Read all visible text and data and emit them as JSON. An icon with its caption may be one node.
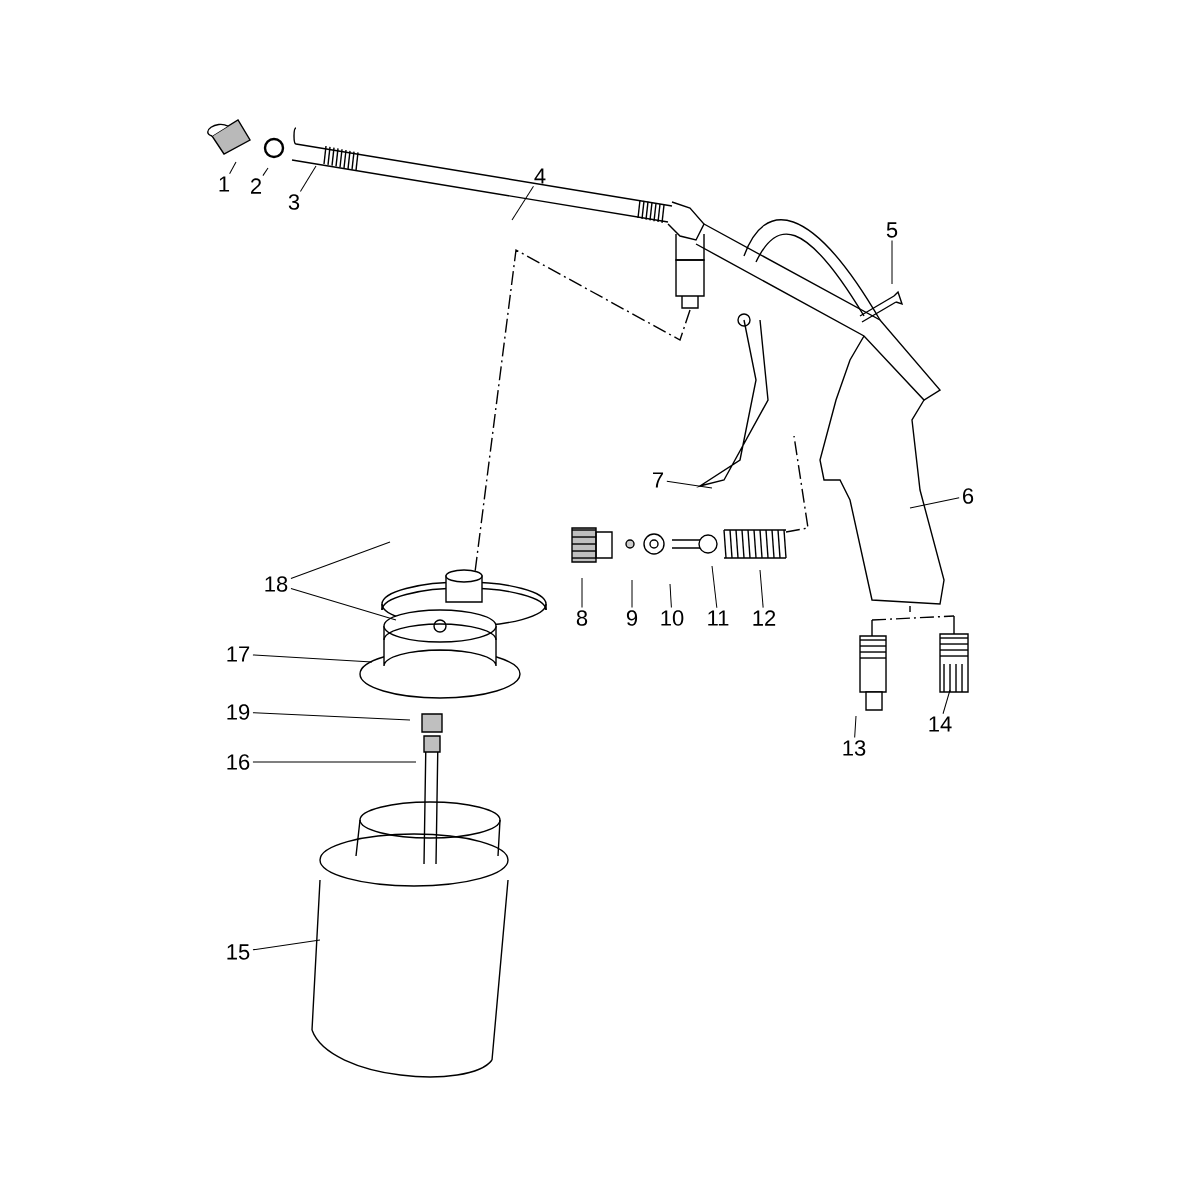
{
  "diagram": {
    "nodes": [
      {
        "text": [
          "1"
        ]
      },
      {
        "text": [
          "2"
        ]
      },
      {
        "text": [
          "3"
        ]
      },
      {
        "text": [
          "4"
        ]
      },
      {
        "text": [
          "5"
        ]
      },
      {
        "text": [
          "6"
        ]
      },
      {
        "text": [
          "7"
        ]
      },
      {
        "text": [
          "8"
        ]
      },
      {
        "text": [
          "9"
        ]
      },
      {
        "text": [
          "10"
        ]
      },
      {
        "text": [
          "11"
        ]
      },
      {
        "text": [
          "12"
        ]
      },
      {
        "text": [
          "13"
        ]
      },
      {
        "text": [
          "14"
        ]
      },
      {
        "text": [
          "15"
        ]
      },
      {
        "text": [
          "16"
        ]
      },
      {
        "text": [
          "17"
        ]
      },
      {
        "text": [
          "18"
        ]
      },
      {
        "text": [
          "19"
        ]
      }
    ],
    "edges": [
      {
        "from": 0,
        "to": null,
        "arrow": "none"
      },
      {
        "from": 1,
        "to": null,
        "arrow": "none"
      },
      {
        "from": 2,
        "to": null,
        "arrow": "none"
      },
      {
        "from": 3,
        "to": null,
        "arrow": "none"
      },
      {
        "from": 4,
        "to": null,
        "arrow": "none"
      },
      {
        "from": 5,
        "to": null,
        "arrow": "none"
      },
      {
        "from": 6,
        "to": null,
        "arrow": "none"
      },
      {
        "from": 7,
        "to": null,
        "arrow": "none"
      },
      {
        "from": 8,
        "to": null,
        "arrow": "none"
      },
      {
        "from": 9,
        "to": null,
        "arrow": "none"
      },
      {
        "from": 10,
        "to": null,
        "arrow": "none"
      },
      {
        "from": 11,
        "to": null,
        "arrow": "none"
      },
      {
        "from": 12,
        "to": null,
        "arrow": "none"
      },
      {
        "from": 13,
        "to": null,
        "arrow": "none"
      },
      {
        "from": 14,
        "to": null,
        "arrow": "none"
      },
      {
        "from": 15,
        "to": null,
        "arrow": "none"
      },
      {
        "from": 16,
        "to": null,
        "arrow": "none"
      },
      {
        "from": 17,
        "to": null,
        "arrow": "none"
      },
      {
        "from": 17,
        "to": null,
        "arrow": "none"
      },
      {
        "from": 18,
        "to": null,
        "arrow": "none"
      }
    ]
  }
}
